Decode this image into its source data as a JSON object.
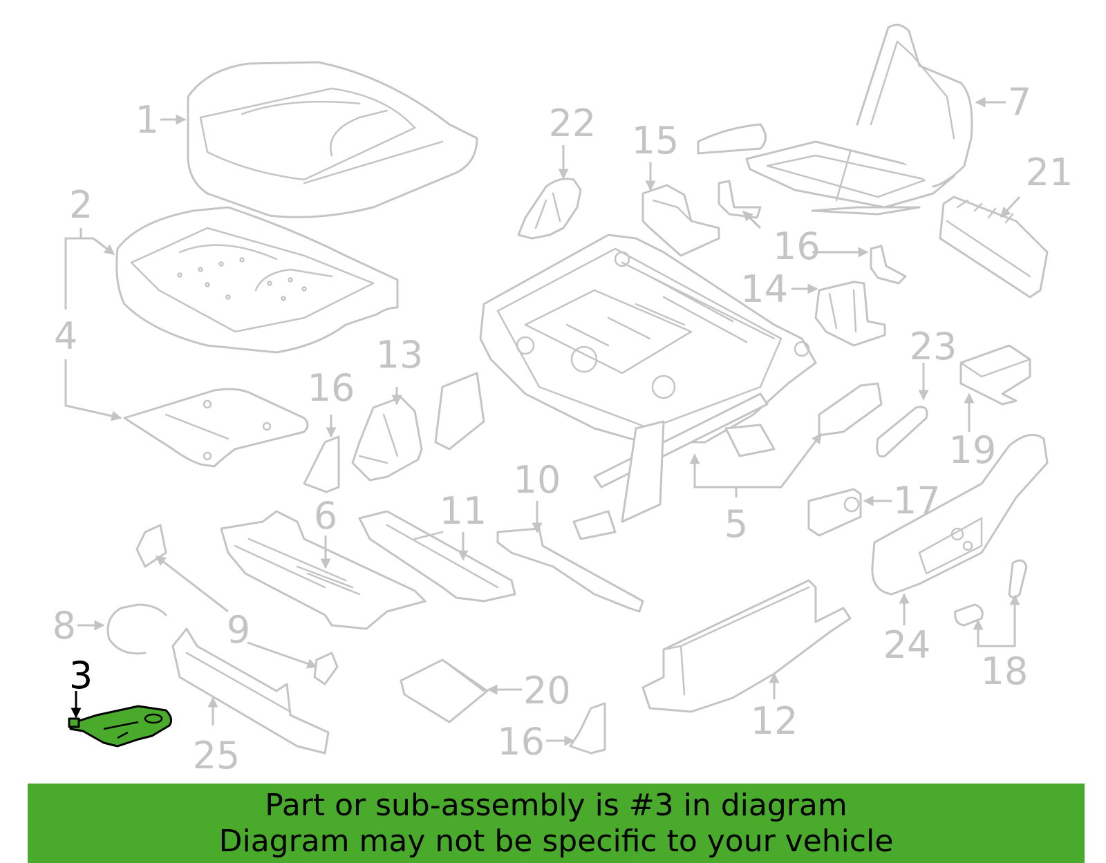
{
  "diagram": {
    "callouts": [
      "1",
      "2",
      "3",
      "4",
      "5",
      "6",
      "7",
      "8",
      "9",
      "10",
      "11",
      "12",
      "13",
      "14",
      "15",
      "16",
      "17",
      "18",
      "19",
      "20",
      "21",
      "22",
      "23",
      "24",
      "25"
    ],
    "highlighted_callout": "3",
    "colors": {
      "line_art": "#c4c4c4",
      "highlight_fill": "#4aaa2b",
      "highlight_outline": "#000000",
      "banner_bg": "#4aaa2b"
    }
  },
  "banner": {
    "line1": "Part or sub-assembly is #3 in diagram",
    "line2": "Diagram may not be specific to your vehicle"
  }
}
